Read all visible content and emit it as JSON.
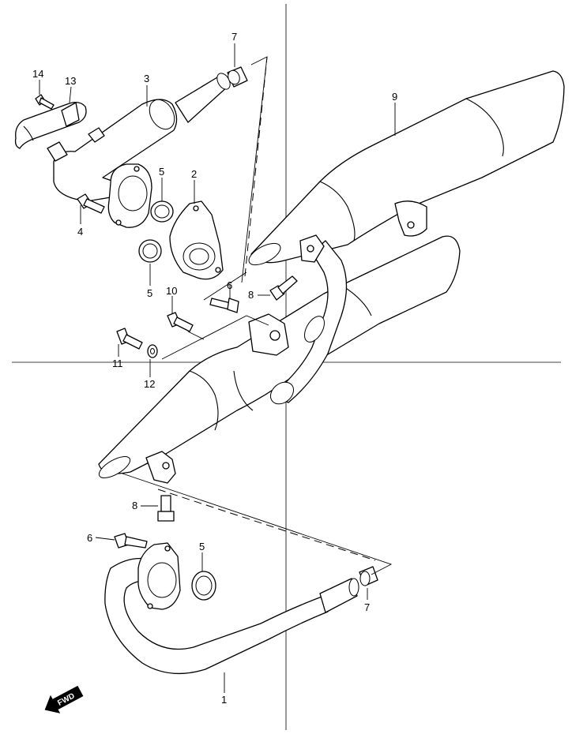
{
  "callouts": {
    "c1": "1",
    "c2": "2",
    "c3": "3",
    "c4": "4",
    "c5a": "5",
    "c5b": "5",
    "c5c": "5",
    "c6a": "6",
    "c6b": "6",
    "c7a": "7",
    "c7b": "7",
    "c8a": "8",
    "c8b": "8",
    "c9": "9",
    "c10": "10",
    "c11": "11",
    "c12": "12",
    "c13": "13",
    "c14": "14"
  },
  "fwd_label": "FWD",
  "icons": [
    "fwd-arrow-icon"
  ]
}
